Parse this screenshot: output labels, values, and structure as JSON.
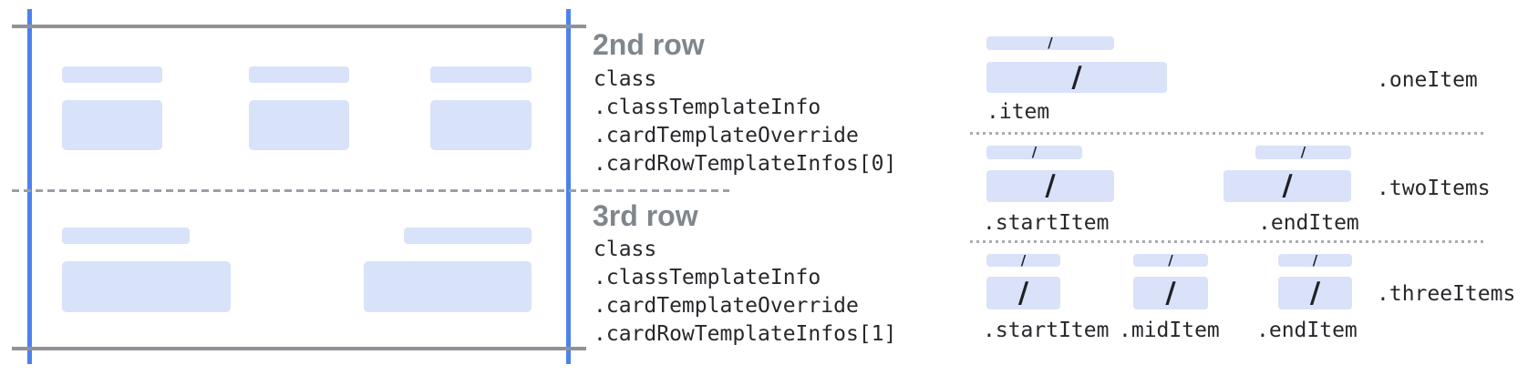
{
  "slash": "/",
  "card": {
    "rows": [
      {
        "heading": "2nd row",
        "path_lines": [
          "class",
          ".classTemplateInfo",
          ".cardTemplateOverride",
          ".cardRowTemplateInfos[0]"
        ]
      },
      {
        "heading": "3rd row",
        "path_lines": [
          "class",
          ".classTemplateInfo",
          ".cardTemplateOverride",
          ".cardRowTemplateInfos[1]"
        ]
      }
    ]
  },
  "templates": [
    {
      "name": ".oneItem",
      "items": [
        ".item"
      ]
    },
    {
      "name": ".twoItems",
      "items": [
        ".startItem",
        ".endItem"
      ]
    },
    {
      "name": ".threeItems",
      "items": [
        ".startItem",
        ".midItem",
        ".endItem"
      ]
    }
  ],
  "colors": {
    "accent_blue_line": "#4d82ed",
    "placeholder_blue": "#d8e2f9",
    "line_gray": "#8f9296",
    "dashed_gray": "#9aa0a6",
    "heading_gray": "#7f868c",
    "mono_text": "#26282c",
    "slash_black": "#1f2125"
  }
}
